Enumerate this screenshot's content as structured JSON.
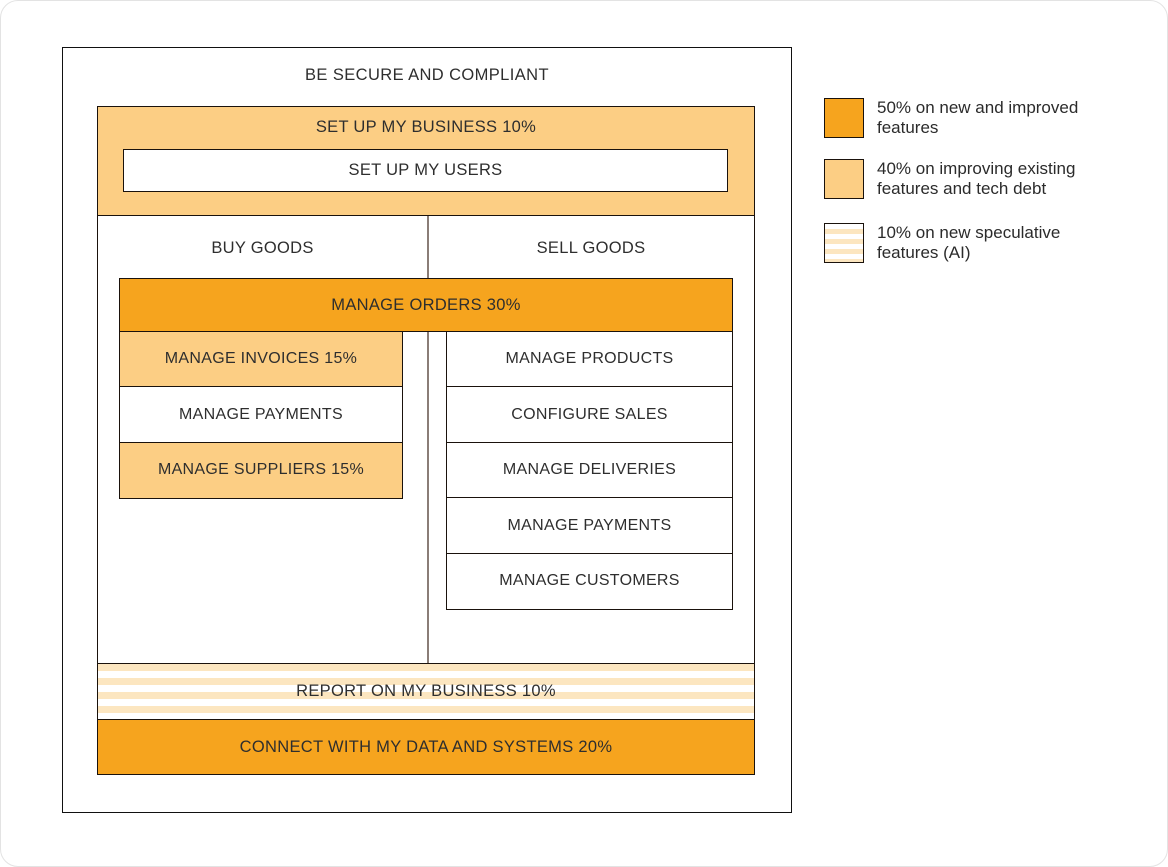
{
  "diagram": {
    "title": "BE SECURE AND COMPLIANT",
    "setup_label": "SET UP MY BUSINESS 10%",
    "setup_child": "SET UP MY USERS",
    "buy_header": "BUY GOODS",
    "sell_header": "SELL GOODS",
    "orders_label": "MANAGE ORDERS 30%",
    "left_items": [
      {
        "label": "MANAGE INVOICES 15%",
        "fill": "light"
      },
      {
        "label": "MANAGE PAYMENTS",
        "fill": "white"
      },
      {
        "label": "MANAGE SUPPLIERS 15%",
        "fill": "light"
      }
    ],
    "right_items": [
      {
        "label": "MANAGE PRODUCTS",
        "fill": "white"
      },
      {
        "label": "CONFIGURE SALES",
        "fill": "white"
      },
      {
        "label": "MANAGE DELIVERIES",
        "fill": "white"
      },
      {
        "label": "MANAGE PAYMENTS",
        "fill": "white"
      },
      {
        "label": "MANAGE CUSTOMERS",
        "fill": "white"
      }
    ],
    "report_label": "REPORT ON MY BUSINESS 10%",
    "connect_label": "CONNECT WITH MY DATA AND SYSTEMS 20%"
  },
  "legend": {
    "items": [
      {
        "swatch": "solid-orange",
        "label": "50% on new and improved features"
      },
      {
        "swatch": "light-orange",
        "label": "40% on improving existing features and tech debt"
      },
      {
        "swatch": "striped-cream",
        "label": "10% on new speculative features (AI)"
      }
    ]
  },
  "colors": {
    "solid_orange": "#F6A41E",
    "light_orange": "#FCCE84",
    "stripe_cream": "#FCE6C0",
    "divider_gray": "#8A7D77"
  }
}
